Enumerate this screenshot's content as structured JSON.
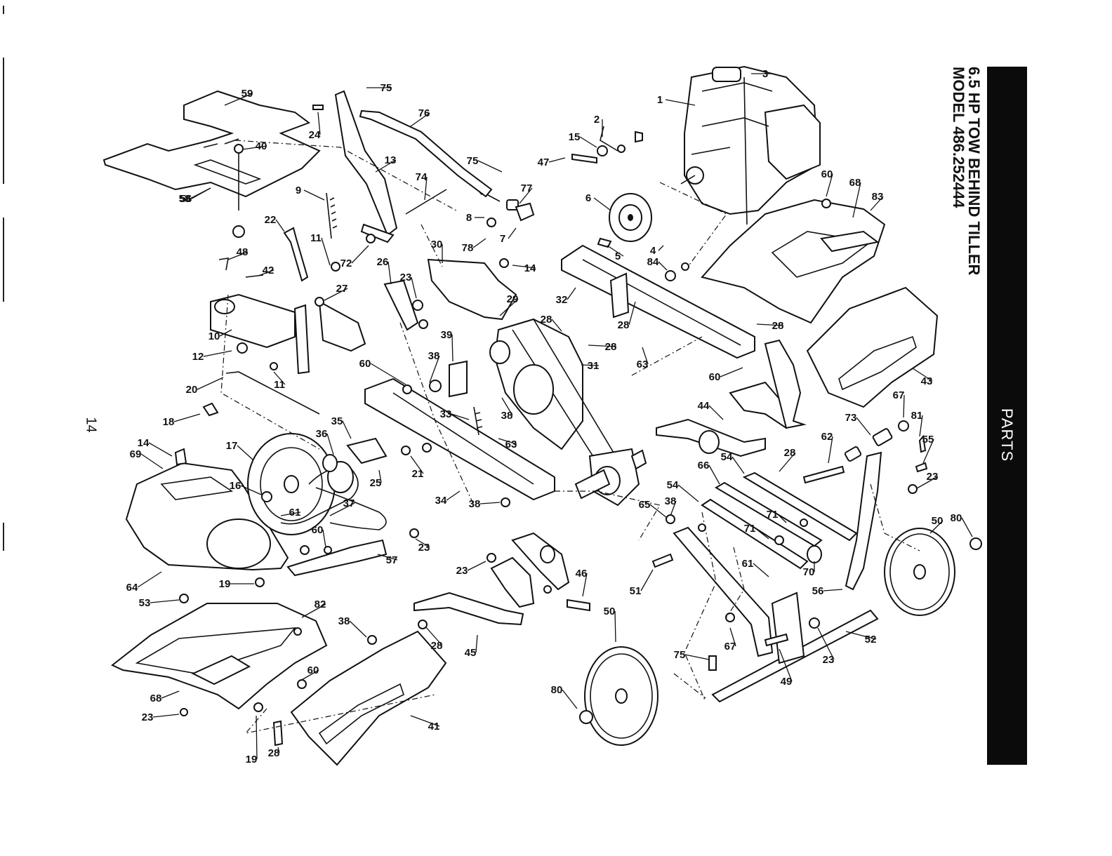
{
  "document": {
    "title_line_1": "6.5 HP TOW BEHIND TILLER",
    "title_line_2": "MODEL 486.252444",
    "section_label": "PARTS",
    "page_number": "14"
  },
  "callouts": [
    {
      "id": "c-1",
      "text": "1"
    },
    {
      "id": "c-2",
      "text": "2"
    },
    {
      "id": "c-3",
      "text": "3"
    },
    {
      "id": "c-4",
      "text": "4"
    },
    {
      "id": "c-5",
      "text": "5"
    },
    {
      "id": "c-6",
      "text": "6"
    },
    {
      "id": "c-7",
      "text": "7"
    },
    {
      "id": "c-8",
      "text": "8"
    },
    {
      "id": "c-9",
      "text": "9"
    },
    {
      "id": "c-10",
      "text": "10"
    },
    {
      "id": "c-11a",
      "text": "11"
    },
    {
      "id": "c-11b",
      "text": "11"
    },
    {
      "id": "c-12",
      "text": "12"
    },
    {
      "id": "c-13",
      "text": "13"
    },
    {
      "id": "c-14a",
      "text": "14"
    },
    {
      "id": "c-14b",
      "text": "14"
    },
    {
      "id": "c-15",
      "text": "15"
    },
    {
      "id": "c-16",
      "text": "16"
    },
    {
      "id": "c-17",
      "text": "17"
    },
    {
      "id": "c-18",
      "text": "18"
    },
    {
      "id": "c-19a",
      "text": "19"
    },
    {
      "id": "c-19b",
      "text": "19"
    },
    {
      "id": "c-20",
      "text": "20"
    },
    {
      "id": "c-21",
      "text": "21"
    },
    {
      "id": "c-22",
      "text": "22"
    },
    {
      "id": "c-23a",
      "text": "23"
    },
    {
      "id": "c-23b",
      "text": "23"
    },
    {
      "id": "c-23c",
      "text": "23"
    },
    {
      "id": "c-23d",
      "text": "23"
    },
    {
      "id": "c-23e",
      "text": "23"
    },
    {
      "id": "c-23f",
      "text": "23"
    },
    {
      "id": "c-24",
      "text": "24"
    },
    {
      "id": "c-25",
      "text": "25"
    },
    {
      "id": "c-26",
      "text": "26"
    },
    {
      "id": "c-27",
      "text": "27"
    },
    {
      "id": "c-28a",
      "text": "28"
    },
    {
      "id": "c-28b",
      "text": "28"
    },
    {
      "id": "c-28c",
      "text": "28"
    },
    {
      "id": "c-28d",
      "text": "28"
    },
    {
      "id": "c-28e",
      "text": "28"
    },
    {
      "id": "c-28f",
      "text": "28"
    },
    {
      "id": "c-28g",
      "text": "28"
    },
    {
      "id": "c-29",
      "text": "29"
    },
    {
      "id": "c-30",
      "text": "30"
    },
    {
      "id": "c-31",
      "text": "31"
    },
    {
      "id": "c-32",
      "text": "32"
    },
    {
      "id": "c-33",
      "text": "33"
    },
    {
      "id": "c-34",
      "text": "34"
    },
    {
      "id": "c-35",
      "text": "35"
    },
    {
      "id": "c-36",
      "text": "36"
    },
    {
      "id": "c-37",
      "text": "37"
    },
    {
      "id": "c-38a",
      "text": "38"
    },
    {
      "id": "c-38b",
      "text": "38"
    },
    {
      "id": "c-38c",
      "text": "38"
    },
    {
      "id": "c-38d",
      "text": "38"
    },
    {
      "id": "c-38e",
      "text": "38"
    },
    {
      "id": "c-39",
      "text": "39"
    },
    {
      "id": "c-40",
      "text": "40"
    },
    {
      "id": "c-41",
      "text": "41"
    },
    {
      "id": "c-42",
      "text": "42"
    },
    {
      "id": "c-43",
      "text": "43"
    },
    {
      "id": "c-44",
      "text": "44"
    },
    {
      "id": "c-45",
      "text": "45"
    },
    {
      "id": "c-46",
      "text": "46"
    },
    {
      "id": "c-47",
      "text": "47"
    },
    {
      "id": "c-48",
      "text": "48"
    },
    {
      "id": "c-49",
      "text": "49"
    },
    {
      "id": "c-50a",
      "text": "50"
    },
    {
      "id": "c-50b",
      "text": "50"
    },
    {
      "id": "c-51",
      "text": "51"
    },
    {
      "id": "c-52",
      "text": "52"
    },
    {
      "id": "c-53",
      "text": "53"
    },
    {
      "id": "c-54a",
      "text": "54"
    },
    {
      "id": "c-54b",
      "text": "54"
    },
    {
      "id": "c-55",
      "text": "55"
    },
    {
      "id": "c-56a",
      "text": "56"
    },
    {
      "id": "c-56b",
      "text": "56"
    },
    {
      "id": "c-57",
      "text": "57"
    },
    {
      "id": "c-58",
      "text": "58"
    },
    {
      "id": "c-59",
      "text": "59"
    },
    {
      "id": "c-60a",
      "text": "60"
    },
    {
      "id": "c-60b",
      "text": "60"
    },
    {
      "id": "c-60c",
      "text": "60"
    },
    {
      "id": "c-60d",
      "text": "60"
    },
    {
      "id": "c-60e",
      "text": "60"
    },
    {
      "id": "c-61a",
      "text": "61"
    },
    {
      "id": "c-61b",
      "text": "61"
    },
    {
      "id": "c-62",
      "text": "62"
    },
    {
      "id": "c-63a",
      "text": "63"
    },
    {
      "id": "c-63b",
      "text": "63"
    },
    {
      "id": "c-64",
      "text": "64"
    },
    {
      "id": "c-65",
      "text": "65"
    },
    {
      "id": "c-66",
      "text": "66"
    },
    {
      "id": "c-67a",
      "text": "67"
    },
    {
      "id": "c-67b",
      "text": "67"
    },
    {
      "id": "c-68a",
      "text": "68"
    },
    {
      "id": "c-68b",
      "text": "68"
    },
    {
      "id": "c-69",
      "text": "69"
    },
    {
      "id": "c-70",
      "text": "70"
    },
    {
      "id": "c-71a",
      "text": "71"
    },
    {
      "id": "c-71b",
      "text": "71"
    },
    {
      "id": "c-72",
      "text": "72"
    },
    {
      "id": "c-73",
      "text": "73"
    },
    {
      "id": "c-74",
      "text": "74"
    },
    {
      "id": "c-75a",
      "text": "75"
    },
    {
      "id": "c-75b",
      "text": "75"
    },
    {
      "id": "c-75c",
      "text": "75"
    },
    {
      "id": "c-76",
      "text": "76"
    },
    {
      "id": "c-77",
      "text": "77"
    },
    {
      "id": "c-78",
      "text": "78"
    },
    {
      "id": "c-80a",
      "text": "80"
    },
    {
      "id": "c-80b",
      "text": "80"
    },
    {
      "id": "c-81",
      "text": "81"
    },
    {
      "id": "c-82",
      "text": "82"
    },
    {
      "id": "c-83",
      "text": "83"
    },
    {
      "id": "c-84",
      "text": "84"
    }
  ]
}
